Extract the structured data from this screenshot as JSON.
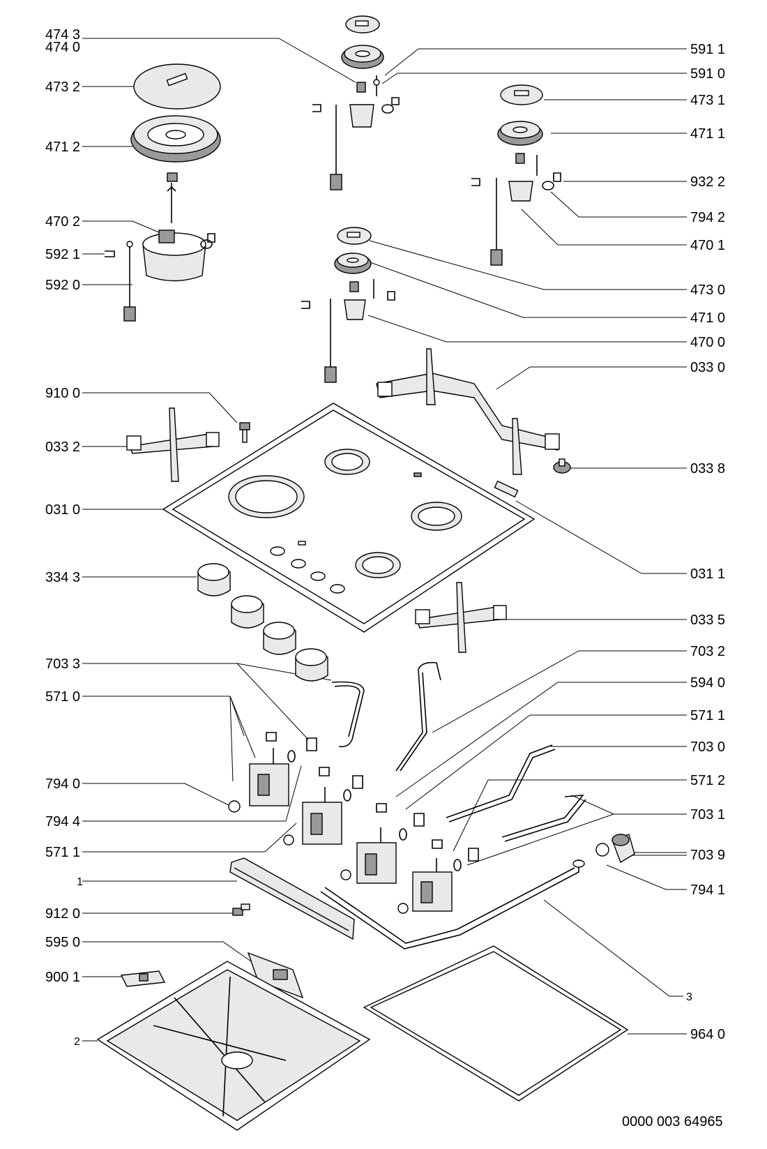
{
  "labels": {
    "l4743": "474 3",
    "l4740": "474 0",
    "l4732": "473 2",
    "l4712": "471 2",
    "l4702": "470 2",
    "l5921": "592 1",
    "l5920": "592 0",
    "l9100": "910 0",
    "l0332": "033 2",
    "l0310": "031 0",
    "l3343": "334 3",
    "l7033": "703 3",
    "l5710": "571 0",
    "l7940": "794 0",
    "l7944": "794 4",
    "l5711a": "571 1",
    "l1": "1",
    "l9120": "912 0",
    "l5950": "595 0",
    "l9001": "900 1",
    "l2": "2",
    "l5911": "591 1",
    "l5910": "591 0",
    "l4731": "473 1",
    "l4711": "471 1",
    "l9322": "932 2",
    "l7942": "794 2",
    "l4701": "470 1",
    "l4730": "473 0",
    "l4710": "471 0",
    "l4700": "470 0",
    "l0330": "033 0",
    "l0338": "033 8",
    "l0311": "031 1",
    "l0335": "033 5",
    "l7032": "703 2",
    "l5940": "594 0",
    "l5711b": "571 1",
    "l7030": "703 0",
    "l5712": "571 2",
    "l7031": "703 1",
    "l7039": "703 9",
    "l7941": "794 1",
    "l3": "3",
    "l9640": "964 0"
  },
  "footer": {
    "code": "0000 003 64965"
  }
}
